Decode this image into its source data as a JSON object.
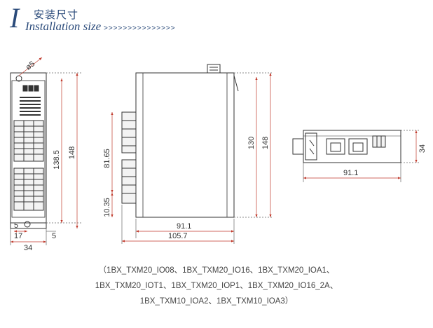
{
  "header": {
    "title_cn": "安装尺寸",
    "title_en": "Installation size",
    "arrows": ">>>>>>>>>>>>>>>"
  },
  "dimensions": {
    "front_dia": "ø5",
    "front_h1": "138.5",
    "front_h2": "148",
    "front_b5": "5",
    "front_b17": "17",
    "front_b5r": "5",
    "front_w34": "34",
    "side_8165": "81.65",
    "side_1035": "10.35",
    "side_130": "130",
    "side_148": "148",
    "side_911": "91.1",
    "side_1057": "105.7",
    "top_911": "91.1",
    "top_34": "34"
  },
  "caption": {
    "line1": "（1BX_TXM20_IO08、1BX_TXM20_IO16、1BX_TXM20_IOA1、",
    "line2": "1BX_TXM20_IOT1、1BX_TXM20_IOP1、1BX_TXM20_IO16_2A、",
    "line3": "1BX_TXM10_IOA2、1BX_TXM10_IOA3）"
  }
}
